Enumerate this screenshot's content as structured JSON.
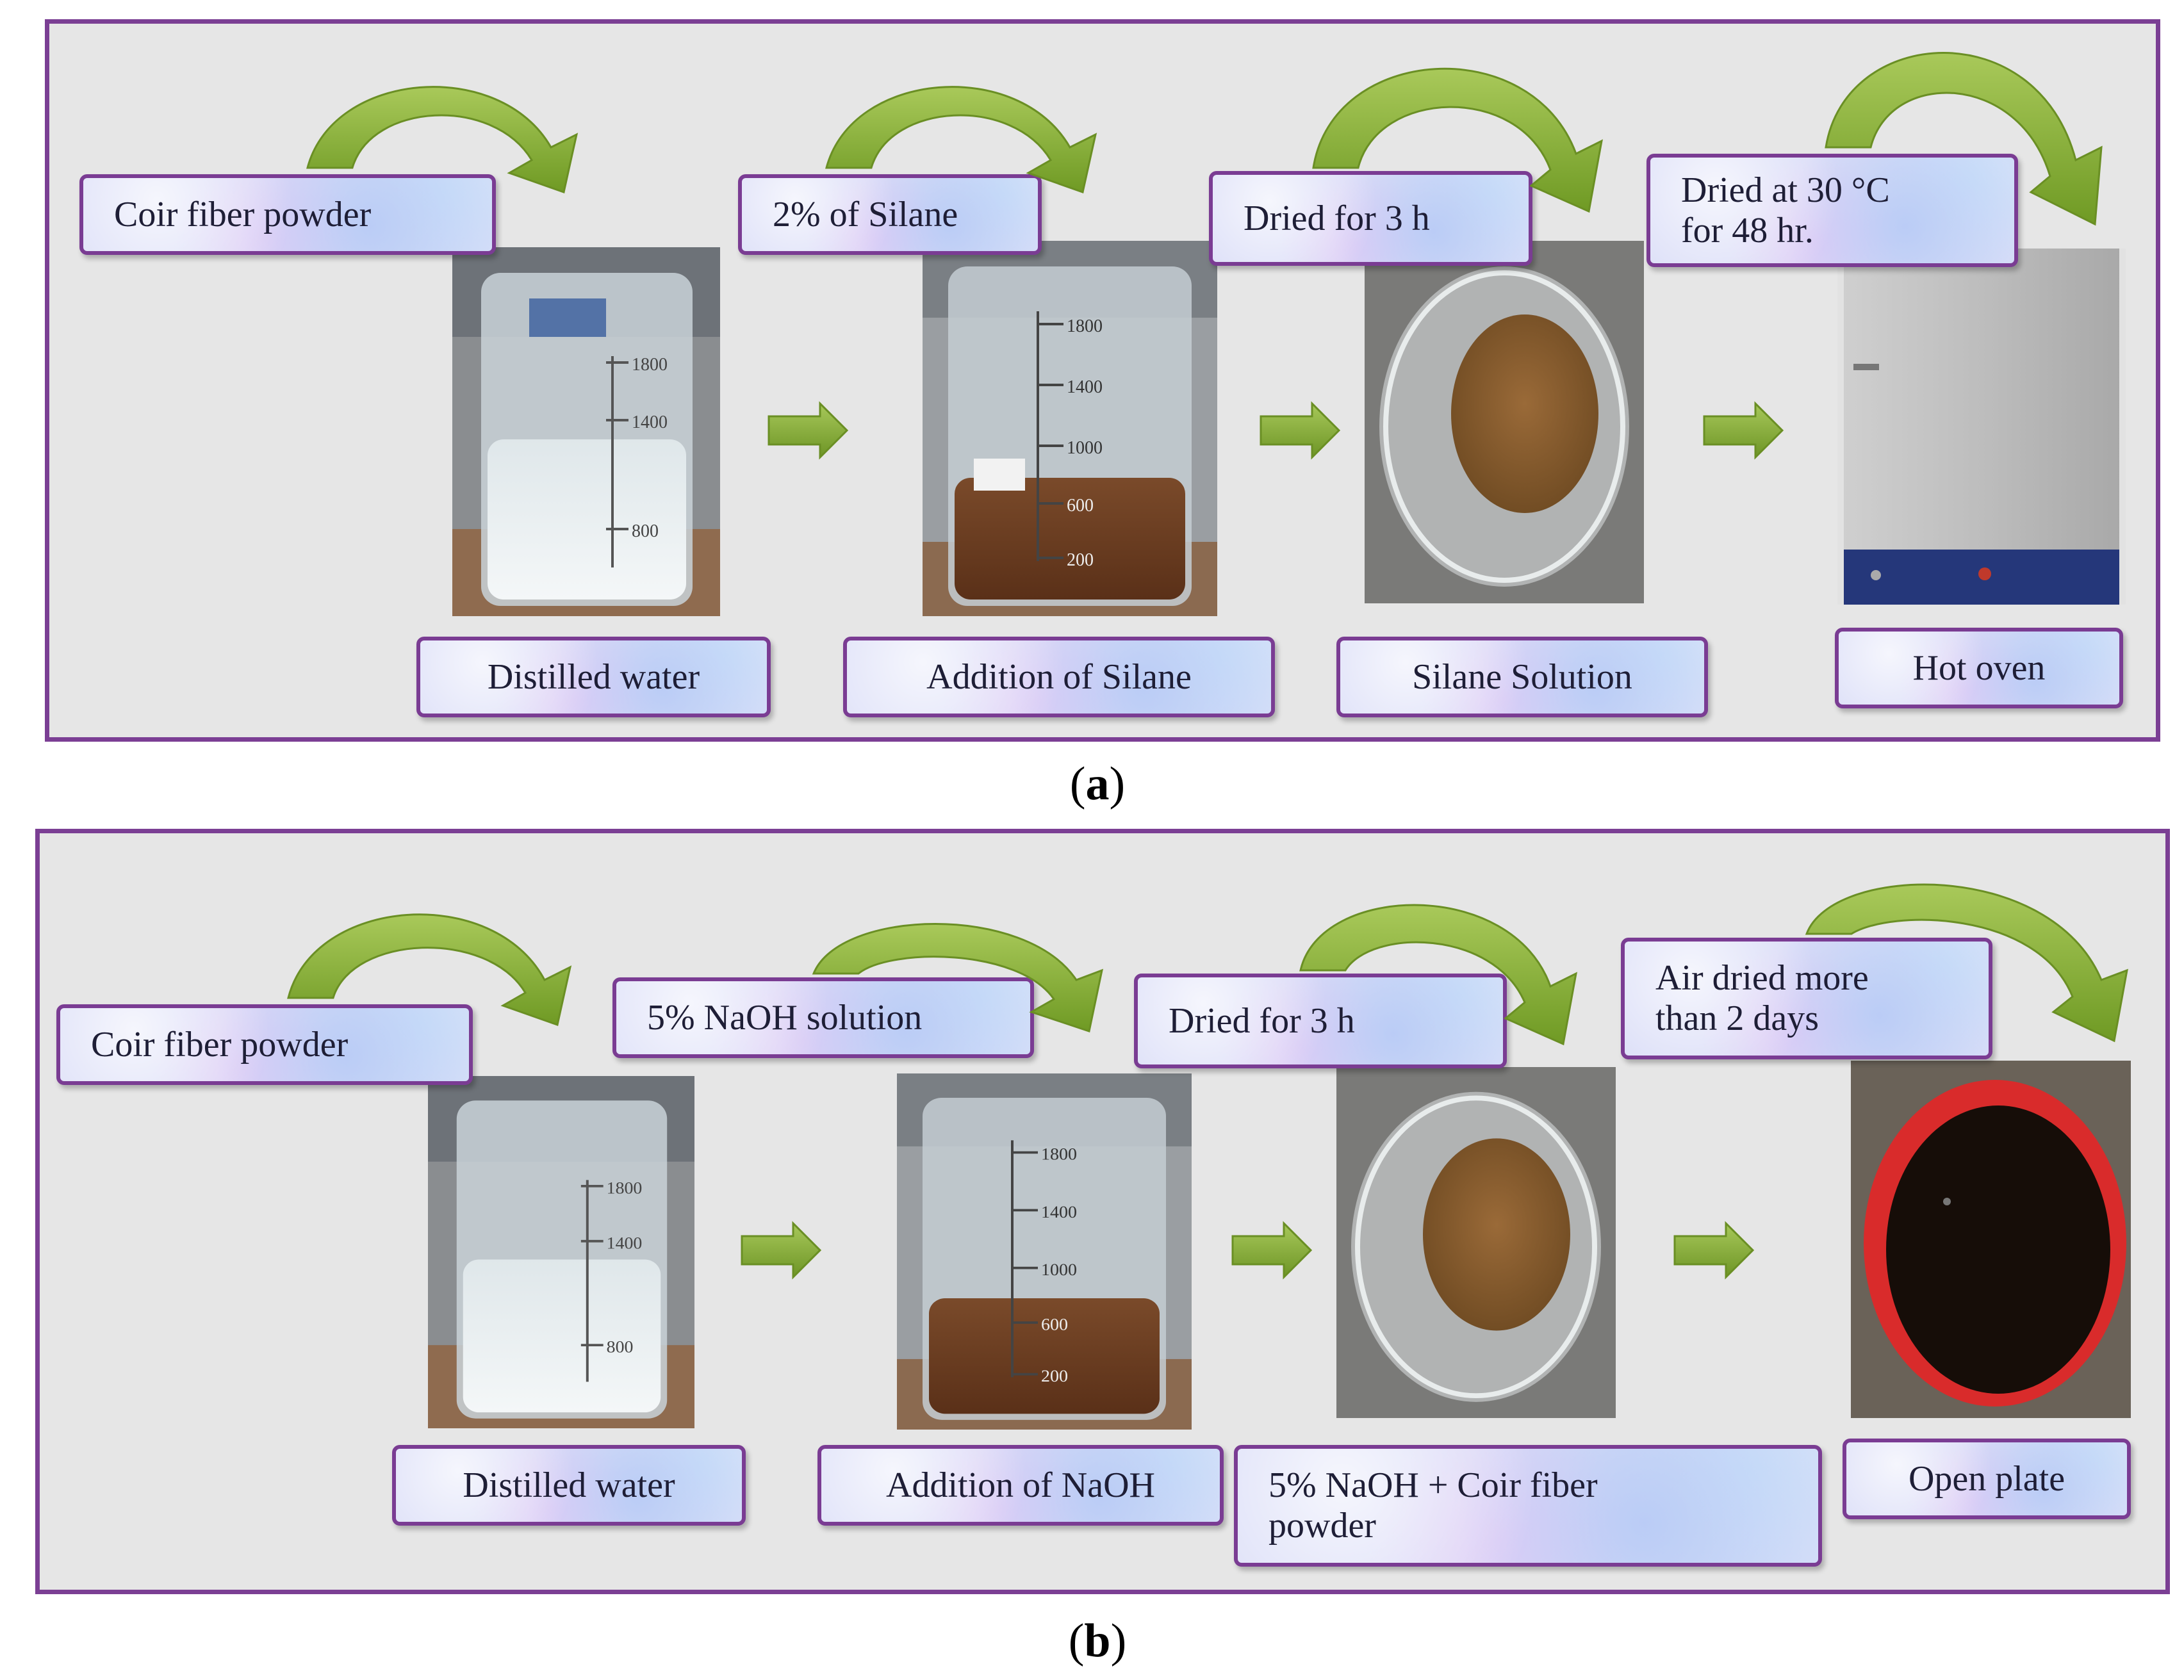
{
  "panel_a": {
    "tag": "a",
    "labels": {
      "coir_fiber": "Coir fiber powder",
      "silane_pct": "2% of Silane",
      "dried_3h": "Dried for 3 h",
      "dried_30c_line1": "Dried at 30 °C",
      "dried_30c_line2": "for 48 hr.",
      "distilled_water": "Distilled water",
      "addition": "Addition of Silane",
      "solution": "Silane Solution",
      "final": "Hot oven"
    }
  },
  "panel_b": {
    "tag": "b",
    "labels": {
      "coir_fiber": "Coir fiber powder",
      "naoh_pct": "5% NaOH solution",
      "dried_3h": "Dried for 3 h",
      "air_dried_line1": "Air dried more",
      "air_dried_line2": "than 2 days",
      "distilled_water": "Distilled water",
      "addition": "Addition of NaOH",
      "mix_line1": "5% NaOH + Coir fiber",
      "mix_line2": "powder",
      "final": "Open plate"
    }
  },
  "beaker_marks": {
    "water": [
      "1800",
      "1400",
      "800"
    ],
    "mixture": [
      "1800",
      "1400",
      "1000",
      "600",
      "200"
    ]
  },
  "colors": {
    "panel_border": "#7b3f94",
    "label_border": "#7a3c93",
    "arrow_green": "#8cb13a",
    "panel_bg": "#e6e6e6"
  }
}
